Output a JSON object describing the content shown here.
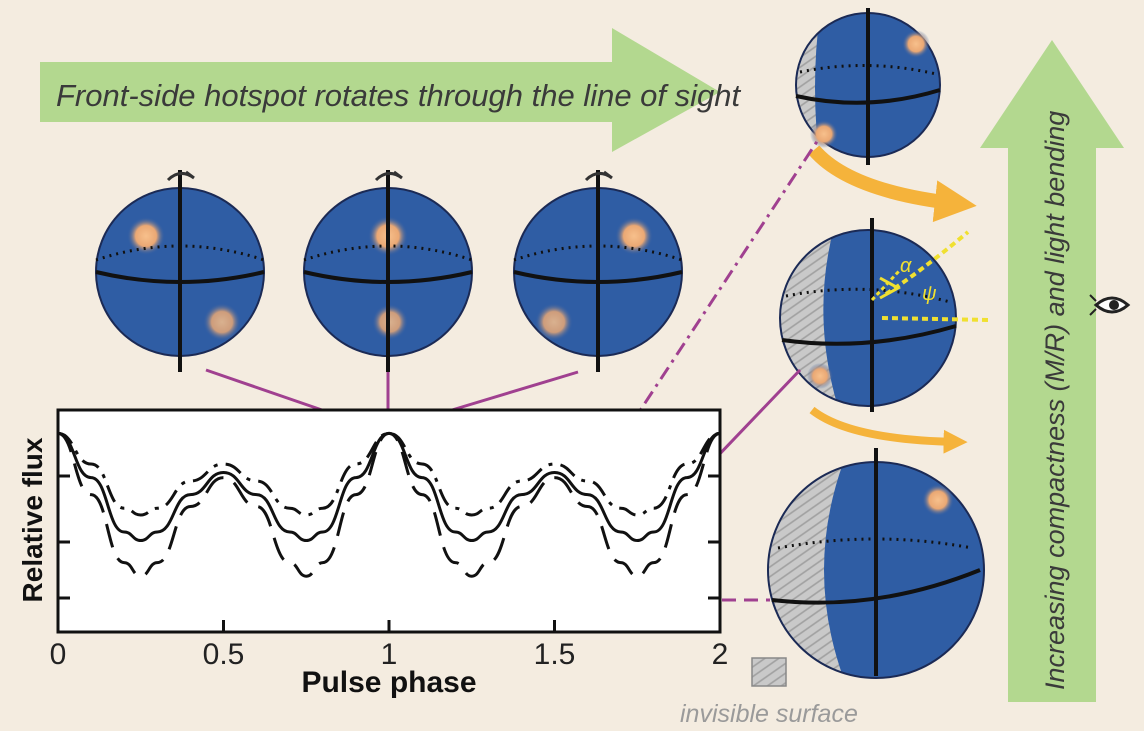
{
  "banner_top": {
    "text": "Front-side hotspot rotates through the line of sight"
  },
  "banner_right": {
    "text": "Increasing compactness (M/R) and light bending"
  },
  "legend": {
    "label": "invisible surface"
  },
  "angles": {
    "alpha": "α",
    "psi": "ψ"
  },
  "colors": {
    "background": "#f4ece0",
    "star": "#2f5da4",
    "hotspot": "#f2b07a",
    "arrow_green": "#b3d88f",
    "arrow_orange": "#f5b33b",
    "connector": "#a04090",
    "ray": "#f0e030"
  },
  "icons": [
    "rotation-arrow-icon",
    "eye-icon",
    "compactness-arrow-icon"
  ],
  "chart_data": {
    "type": "line",
    "xlabel": "Pulse phase",
    "ylabel": "Relative flux",
    "xlim": [
      0,
      2
    ],
    "x_ticks": [
      "0",
      "0.5",
      "1",
      "1.5",
      "2"
    ],
    "y_ticks_labeled": false,
    "x": [
      0,
      0.1,
      0.2,
      0.25,
      0.3,
      0.4,
      0.5,
      0.6,
      0.7,
      0.75,
      0.8,
      0.9,
      1,
      1.1,
      1.2,
      1.25,
      1.3,
      1.4,
      1.5,
      1.6,
      1.7,
      1.75,
      1.8,
      1.9,
      2
    ],
    "series": [
      {
        "style": "dash-dot",
        "values": [
          0.98,
          0.8,
          0.54,
          0.5,
          0.54,
          0.7,
          0.8,
          0.7,
          0.54,
          0.5,
          0.54,
          0.8,
          0.98,
          0.8,
          0.54,
          0.5,
          0.54,
          0.7,
          0.8,
          0.7,
          0.54,
          0.5,
          0.54,
          0.8,
          0.98
        ]
      },
      {
        "style": "solid",
        "values": [
          0.98,
          0.72,
          0.4,
          0.35,
          0.4,
          0.62,
          0.75,
          0.62,
          0.4,
          0.35,
          0.4,
          0.72,
          0.98,
          0.72,
          0.4,
          0.35,
          0.4,
          0.62,
          0.75,
          0.62,
          0.4,
          0.35,
          0.4,
          0.72,
          0.98
        ]
      },
      {
        "style": "long-dash",
        "values": [
          0.98,
          0.62,
          0.22,
          0.14,
          0.22,
          0.55,
          0.72,
          0.55,
          0.22,
          0.14,
          0.22,
          0.62,
          0.98,
          0.62,
          0.22,
          0.14,
          0.22,
          0.55,
          0.72,
          0.55,
          0.22,
          0.14,
          0.22,
          0.62,
          0.98
        ]
      }
    ]
  }
}
